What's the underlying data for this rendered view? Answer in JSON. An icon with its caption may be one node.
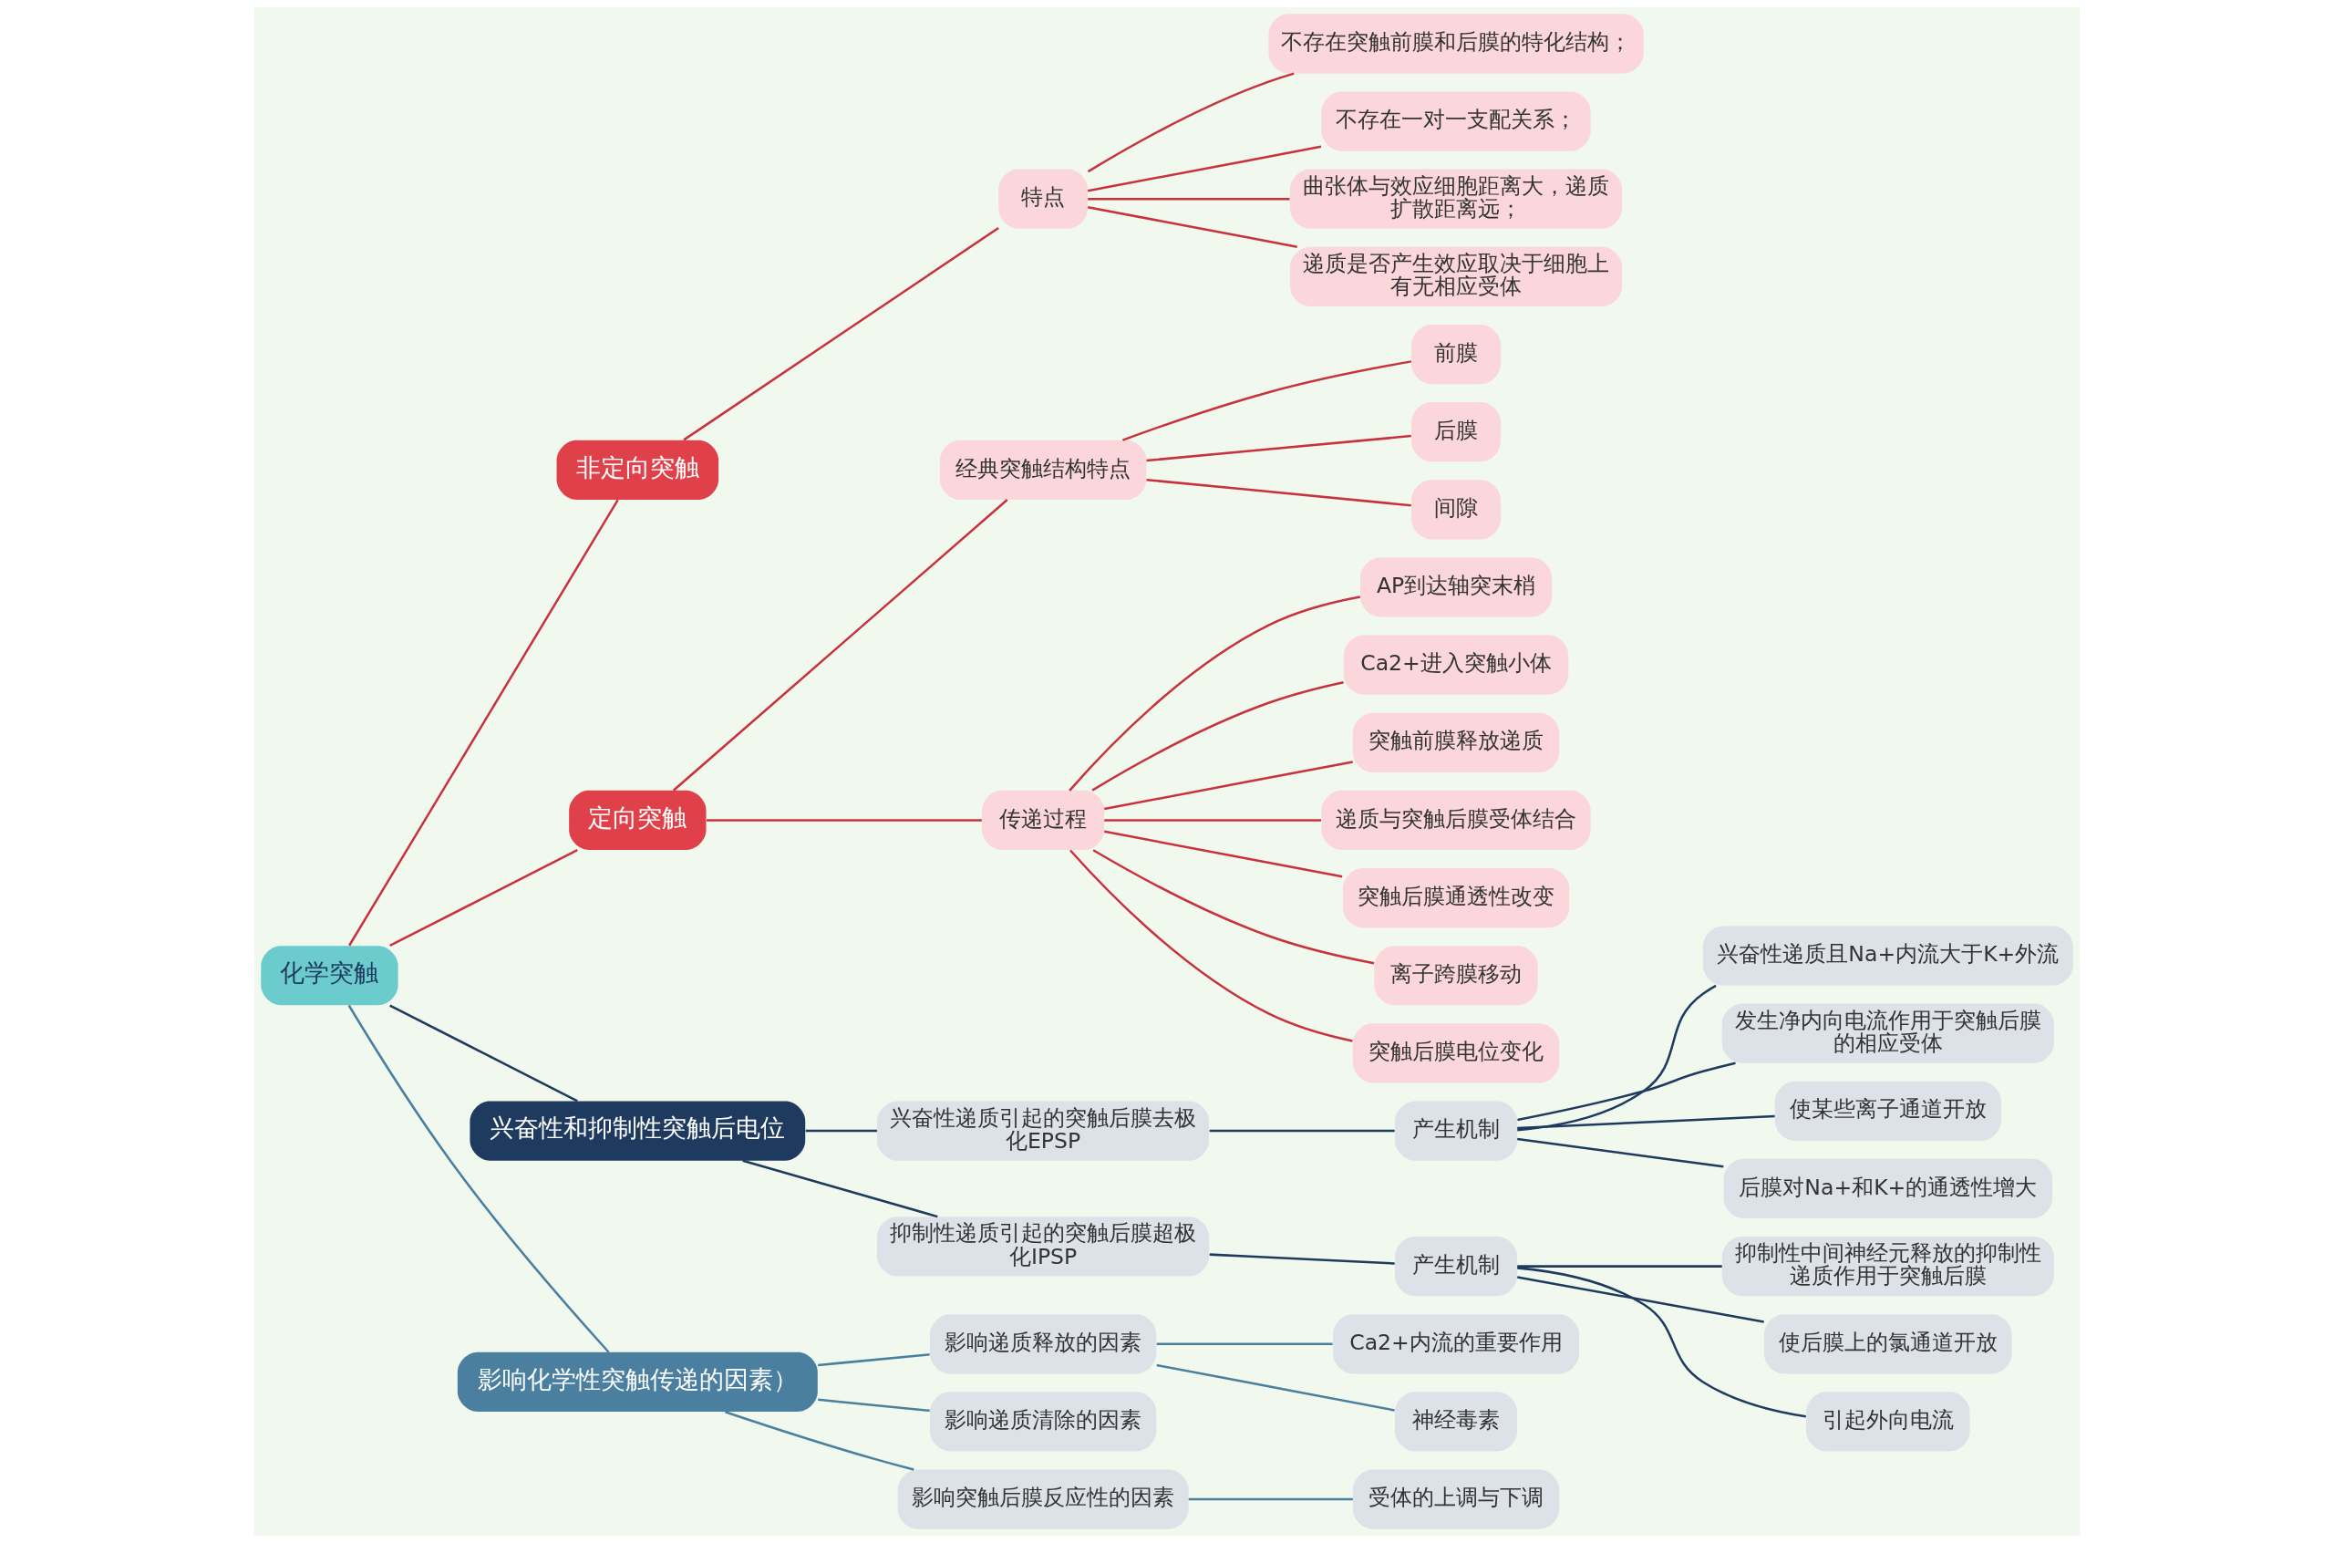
{
  "diagram": {
    "nodes": [
      {
        "text": [
          "化学突触"
        ]
      },
      {
        "text": [
          "非定向突触"
        ]
      },
      {
        "text": [
          "特点"
        ]
      },
      {
        "text": [
          "不存在突触前膜和后膜的特化结构；"
        ]
      },
      {
        "text": [
          "不存在一对一支配关系；"
        ]
      },
      {
        "text": [
          "曲张体与效应细胞距离大，递质扩散距离远；"
        ]
      },
      {
        "text": [
          "递质是否产生效应取决于细胞上有无相应受体"
        ]
      },
      {
        "text": [
          "定向突触"
        ]
      },
      {
        "text": [
          "经典突触结构特点"
        ]
      },
      {
        "text": [
          "前膜"
        ]
      },
      {
        "text": [
          "后膜"
        ]
      },
      {
        "text": [
          "间隙"
        ]
      },
      {
        "text": [
          "传递过程"
        ]
      },
      {
        "text": [
          "AP到达轴突末梢"
        ]
      },
      {
        "text": [
          "Ca2+进入突触小体"
        ]
      },
      {
        "text": [
          "突触前膜释放递质"
        ]
      },
      {
        "text": [
          "递质与突触后膜受体结合"
        ]
      },
      {
        "text": [
          "突触后膜通透性改变"
        ]
      },
      {
        "text": [
          "离子跨膜移动"
        ]
      },
      {
        "text": [
          "突触后膜电位变化"
        ]
      },
      {
        "text": [
          "兴奋性和抑制性突触后电位"
        ]
      },
      {
        "text": [
          "兴奋性递质引起的突触后膜去极化EPSP"
        ]
      },
      {
        "text": [
          "产生机制"
        ]
      },
      {
        "text": [
          "兴奋性递质且Na+内流大于K+外流"
        ]
      },
      {
        "text": [
          "发生净内向电流作用于突触后膜的相应受体"
        ]
      },
      {
        "text": [
          "使某些离子通道开放"
        ]
      },
      {
        "text": [
          "后膜对Na+和K+的通透性增大"
        ]
      },
      {
        "text": [
          "抑制性递质引起的突触后膜超极化IPSP"
        ]
      },
      {
        "text": [
          "产生机制"
        ]
      },
      {
        "text": [
          "抑制性中间神经元释放的抑制性递质作用于突触后膜"
        ]
      },
      {
        "text": [
          "使后膜上的氯通道开放"
        ]
      },
      {
        "text": [
          "引起外向电流"
        ]
      },
      {
        "text": [
          "影响化学性突触传递的因素）"
        ]
      },
      {
        "text": [
          "影响递质释放的因素"
        ]
      },
      {
        "text": [
          "Ca2+内流的重要作用"
        ]
      },
      {
        "text": [
          "神经毒素"
        ]
      },
      {
        "text": [
          "影响递质清除的因素"
        ]
      },
      {
        "text": [
          "影响突触后膜反应性的因素"
        ]
      },
      {
        "text": [
          "受体的上调与下调"
        ]
      }
    ],
    "edges": [
      {
        "from": 0,
        "to": 1,
        "arrow": "none"
      },
      {
        "from": 1,
        "to": 2,
        "arrow": "none"
      },
      {
        "from": 2,
        "to": 3,
        "arrow": "none"
      },
      {
        "from": 2,
        "to": 4,
        "arrow": "none"
      },
      {
        "from": 2,
        "to": 5,
        "arrow": "none"
      },
      {
        "from": 2,
        "to": 6,
        "arrow": "none"
      },
      {
        "from": 0,
        "to": 7,
        "arrow": "none"
      },
      {
        "from": 7,
        "to": 8,
        "arrow": "none"
      },
      {
        "from": 8,
        "to": 9,
        "arrow": "none"
      },
      {
        "from": 8,
        "to": 10,
        "arrow": "none"
      },
      {
        "from": 8,
        "to": 11,
        "arrow": "none"
      },
      {
        "from": 7,
        "to": 12,
        "arrow": "none"
      },
      {
        "from": 12,
        "to": 13,
        "arrow": "none"
      },
      {
        "from": 12,
        "to": 14,
        "arrow": "none"
      },
      {
        "from": 12,
        "to": 15,
        "arrow": "none"
      },
      {
        "from": 12,
        "to": 16,
        "arrow": "none"
      },
      {
        "from": 12,
        "to": 17,
        "arrow": "none"
      },
      {
        "from": 12,
        "to": 18,
        "arrow": "none"
      },
      {
        "from": 12,
        "to": 19,
        "arrow": "none"
      },
      {
        "from": 0,
        "to": 20,
        "arrow": "none",
        "color": "#1e3a5f"
      },
      {
        "from": 20,
        "to": 21,
        "arrow": "none",
        "color": "#1e3a5f"
      },
      {
        "from": 21,
        "to": 22,
        "arrow": "none",
        "color": "#1e3a5f"
      },
      {
        "from": 22,
        "to": 23,
        "arrow": "none",
        "color": "#1e3a5f"
      },
      {
        "from": 22,
        "to": 24,
        "arrow": "none",
        "color": "#1e3a5f"
      },
      {
        "from": 22,
        "to": 25,
        "arrow": "none",
        "color": "#1e3a5f"
      },
      {
        "from": 22,
        "to": 26,
        "arrow": "none",
        "color": "#1e3a5f"
      },
      {
        "from": 20,
        "to": 27,
        "arrow": "none",
        "color": "#1e3a5f"
      },
      {
        "from": 27,
        "to": 28,
        "arrow": "none",
        "color": "#1e3a5f"
      },
      {
        "from": 28,
        "to": 29,
        "arrow": "none",
        "color": "#1e3a5f"
      },
      {
        "from": 28,
        "to": 30,
        "arrow": "none",
        "color": "#1e3a5f"
      },
      {
        "from": 28,
        "to": 31,
        "arrow": "none",
        "color": "#1e3a5f"
      },
      {
        "from": 0,
        "to": 32,
        "arrow": "none",
        "color": "#4a7fa0"
      },
      {
        "from": 32,
        "to": 33,
        "arrow": "none",
        "color": "#4a7fa0"
      },
      {
        "from": 33,
        "to": 34,
        "arrow": "none",
        "color": "#4a7fa0"
      },
      {
        "from": 33,
        "to": 35,
        "arrow": "none",
        "color": "#4a7fa0"
      },
      {
        "from": 32,
        "to": 36,
        "arrow": "none",
        "color": "#4a7fa0"
      },
      {
        "from": 32,
        "to": 37,
        "arrow": "none",
        "color": "#4a7fa0"
      },
      {
        "from": 37,
        "to": 38,
        "arrow": "none",
        "color": "#4a7fa0"
      }
    ]
  }
}
